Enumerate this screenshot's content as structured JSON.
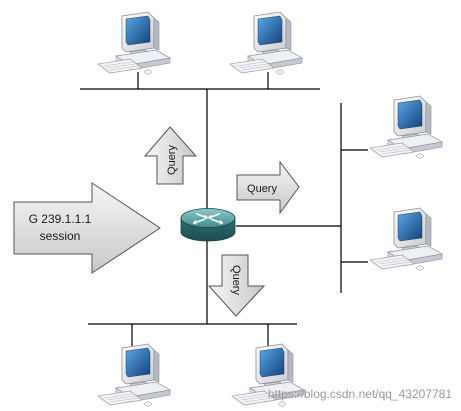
{
  "group_arrow": {
    "line1": "G 239.1.1.1",
    "line2": "session"
  },
  "queries": {
    "up": "Query",
    "right": "Query",
    "down": "Query"
  },
  "watermark": "https://blog.csdn.net/qq_43207781",
  "colors": {
    "arrow_fill_top": "#f4f4f4",
    "arrow_fill_bottom": "#c9c9c9",
    "arrow_stroke": "#555555",
    "wire": "#000000",
    "router": "#3d8a8c",
    "monitor_screen": "#1f5fa8"
  },
  "icons": [
    "router-icon",
    "computer-icon"
  ]
}
